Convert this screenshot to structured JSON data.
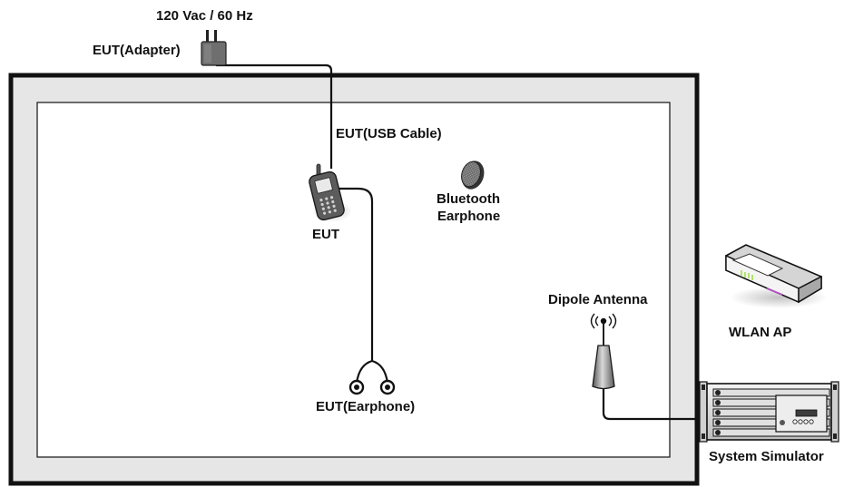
{
  "labels": {
    "power": "120 Vac / 60 Hz",
    "adapter": "EUT(Adapter)",
    "usb_cable": "EUT(USB Cable)",
    "eut": "EUT",
    "bluetooth_line1": "Bluetooth",
    "bluetooth_line2": "Earphone",
    "dipole_antenna": "Dipole Antenna",
    "wlan_ap": "WLAN AP",
    "earphone": "EUT(Earphone)",
    "system_simulator": "System Simulator"
  },
  "icons": {
    "adapter": "power-adapter-icon",
    "phone": "mobile-phone-icon",
    "bluetooth": "bluetooth-earphone-icon",
    "antenna": "dipole-antenna-icon",
    "wlan": "wlan-router-icon",
    "earphone": "wired-earphone-icon",
    "simulator": "rack-simulator-icon"
  },
  "colors": {
    "chamber_outer": "#e6e6e6",
    "chamber_border": "#111111",
    "device_gray": "#6e6e6e",
    "wlan_led": "#9fe04a",
    "wlan_accent": "#b24fc4"
  }
}
